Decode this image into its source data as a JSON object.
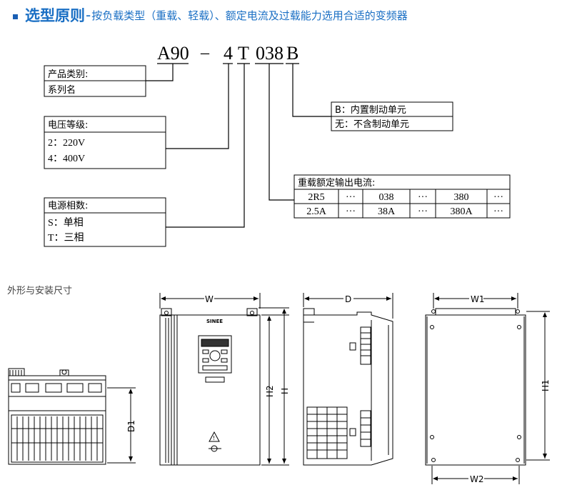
{
  "header": {
    "title": "选型原则",
    "dash": "-",
    "subtitle": "按负载类型（重载、轻载）、额定电流及过载能力选用合适的变频器"
  },
  "model_code": {
    "series": "A90",
    "separator": "–",
    "voltage": "4",
    "phase": "T",
    "current": "038",
    "brake": "B"
  },
  "product_box": {
    "title": "产品类别:",
    "value": "系列名"
  },
  "voltage_box": {
    "title": "电压等级:",
    "items": [
      "2：220V",
      "4：400V"
    ]
  },
  "phase_box": {
    "title": "电源相数:",
    "items": [
      "S：单相",
      "T：三相"
    ]
  },
  "brake_box": {
    "items": [
      "B：内置制动单元",
      "无：不含制动单元"
    ]
  },
  "current_table": {
    "title": "重载额定输出电流:",
    "rows": [
      [
        "2R5",
        "···",
        "038",
        "···",
        "380",
        "···"
      ],
      [
        "2.5A",
        "···",
        "38A",
        "···",
        "380A",
        "···"
      ]
    ]
  },
  "dimensions": {
    "section_title": "外形与安装尺寸",
    "labels": {
      "w": "W",
      "d": "D",
      "w1": "W1",
      "w2": "W2",
      "h": "H",
      "h1": "H1",
      "h2": "H2",
      "d1": "D1"
    },
    "brand": "SINEE"
  }
}
